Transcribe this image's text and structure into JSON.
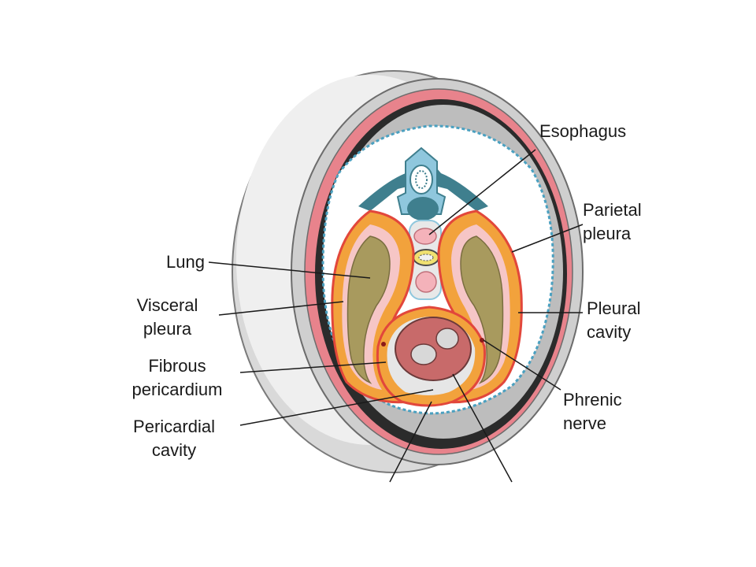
{
  "labels": {
    "esophagus": {
      "text": "Esophagus"
    },
    "parietal_pleura": {
      "line1": "Parietal",
      "line2": "pleura"
    },
    "pleural_cavity": {
      "line1": "Pleural",
      "line2": "cavity"
    },
    "phrenic_nerve": {
      "line1": "Phrenic",
      "line2": "nerve"
    },
    "lung": {
      "text": "Lung"
    },
    "visceral_pleura": {
      "line1": "Visceral",
      "line2": "pleura"
    },
    "fibrous_pericardium": {
      "line1": "Fibrous",
      "line2": "pericardium"
    },
    "pericardial_cavity": {
      "line1": "Pericardial",
      "line2": "cavity"
    }
  },
  "colors": {
    "body_wall_outer": "#e3e3e3",
    "body_wall_inner": "#2b2b2b",
    "pleura_pink": "#e8838c",
    "pleura_blue": "#9fd0e6",
    "pericardium_orange": "#f2a23c",
    "pericardium_red": "#e2473b",
    "lung_tissue": "#a89a5e",
    "vertebra_blue": "#8fc7dd",
    "vertebra_dark": "#3f7f8e",
    "esophagus_pink": "#f4b2ba",
    "leader_line": "#1a1a1a"
  }
}
